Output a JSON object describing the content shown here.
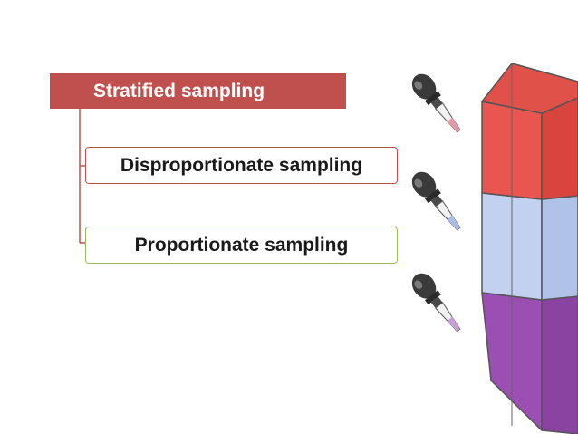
{
  "diagram": {
    "root": {
      "label": "Stratified sampling",
      "color": "#c0504d",
      "text_color": "#ffffff"
    },
    "children": [
      {
        "label": "Disproportionate sampling",
        "border_color": "#c0504d"
      },
      {
        "label": "Proportionate sampling",
        "border_color": "#9bbb59"
      }
    ],
    "connector_color": "#c0504d"
  },
  "illustration": {
    "column_layers": [
      {
        "name": "red-stratum",
        "front": "#e8564f",
        "side": "#d9443e"
      },
      {
        "name": "blue-stratum",
        "front": "#c2d1f0",
        "side": "#b0c2e8"
      },
      {
        "name": "purple-stratum",
        "front": "#9b4fb2",
        "side": "#8a43a1"
      }
    ],
    "droppers": [
      {
        "name": "dropper-red",
        "tip": "#e39aa5"
      },
      {
        "name": "dropper-blue",
        "tip": "#a9bde8"
      },
      {
        "name": "dropper-purple",
        "tip": "#c9a0d6"
      }
    ]
  }
}
